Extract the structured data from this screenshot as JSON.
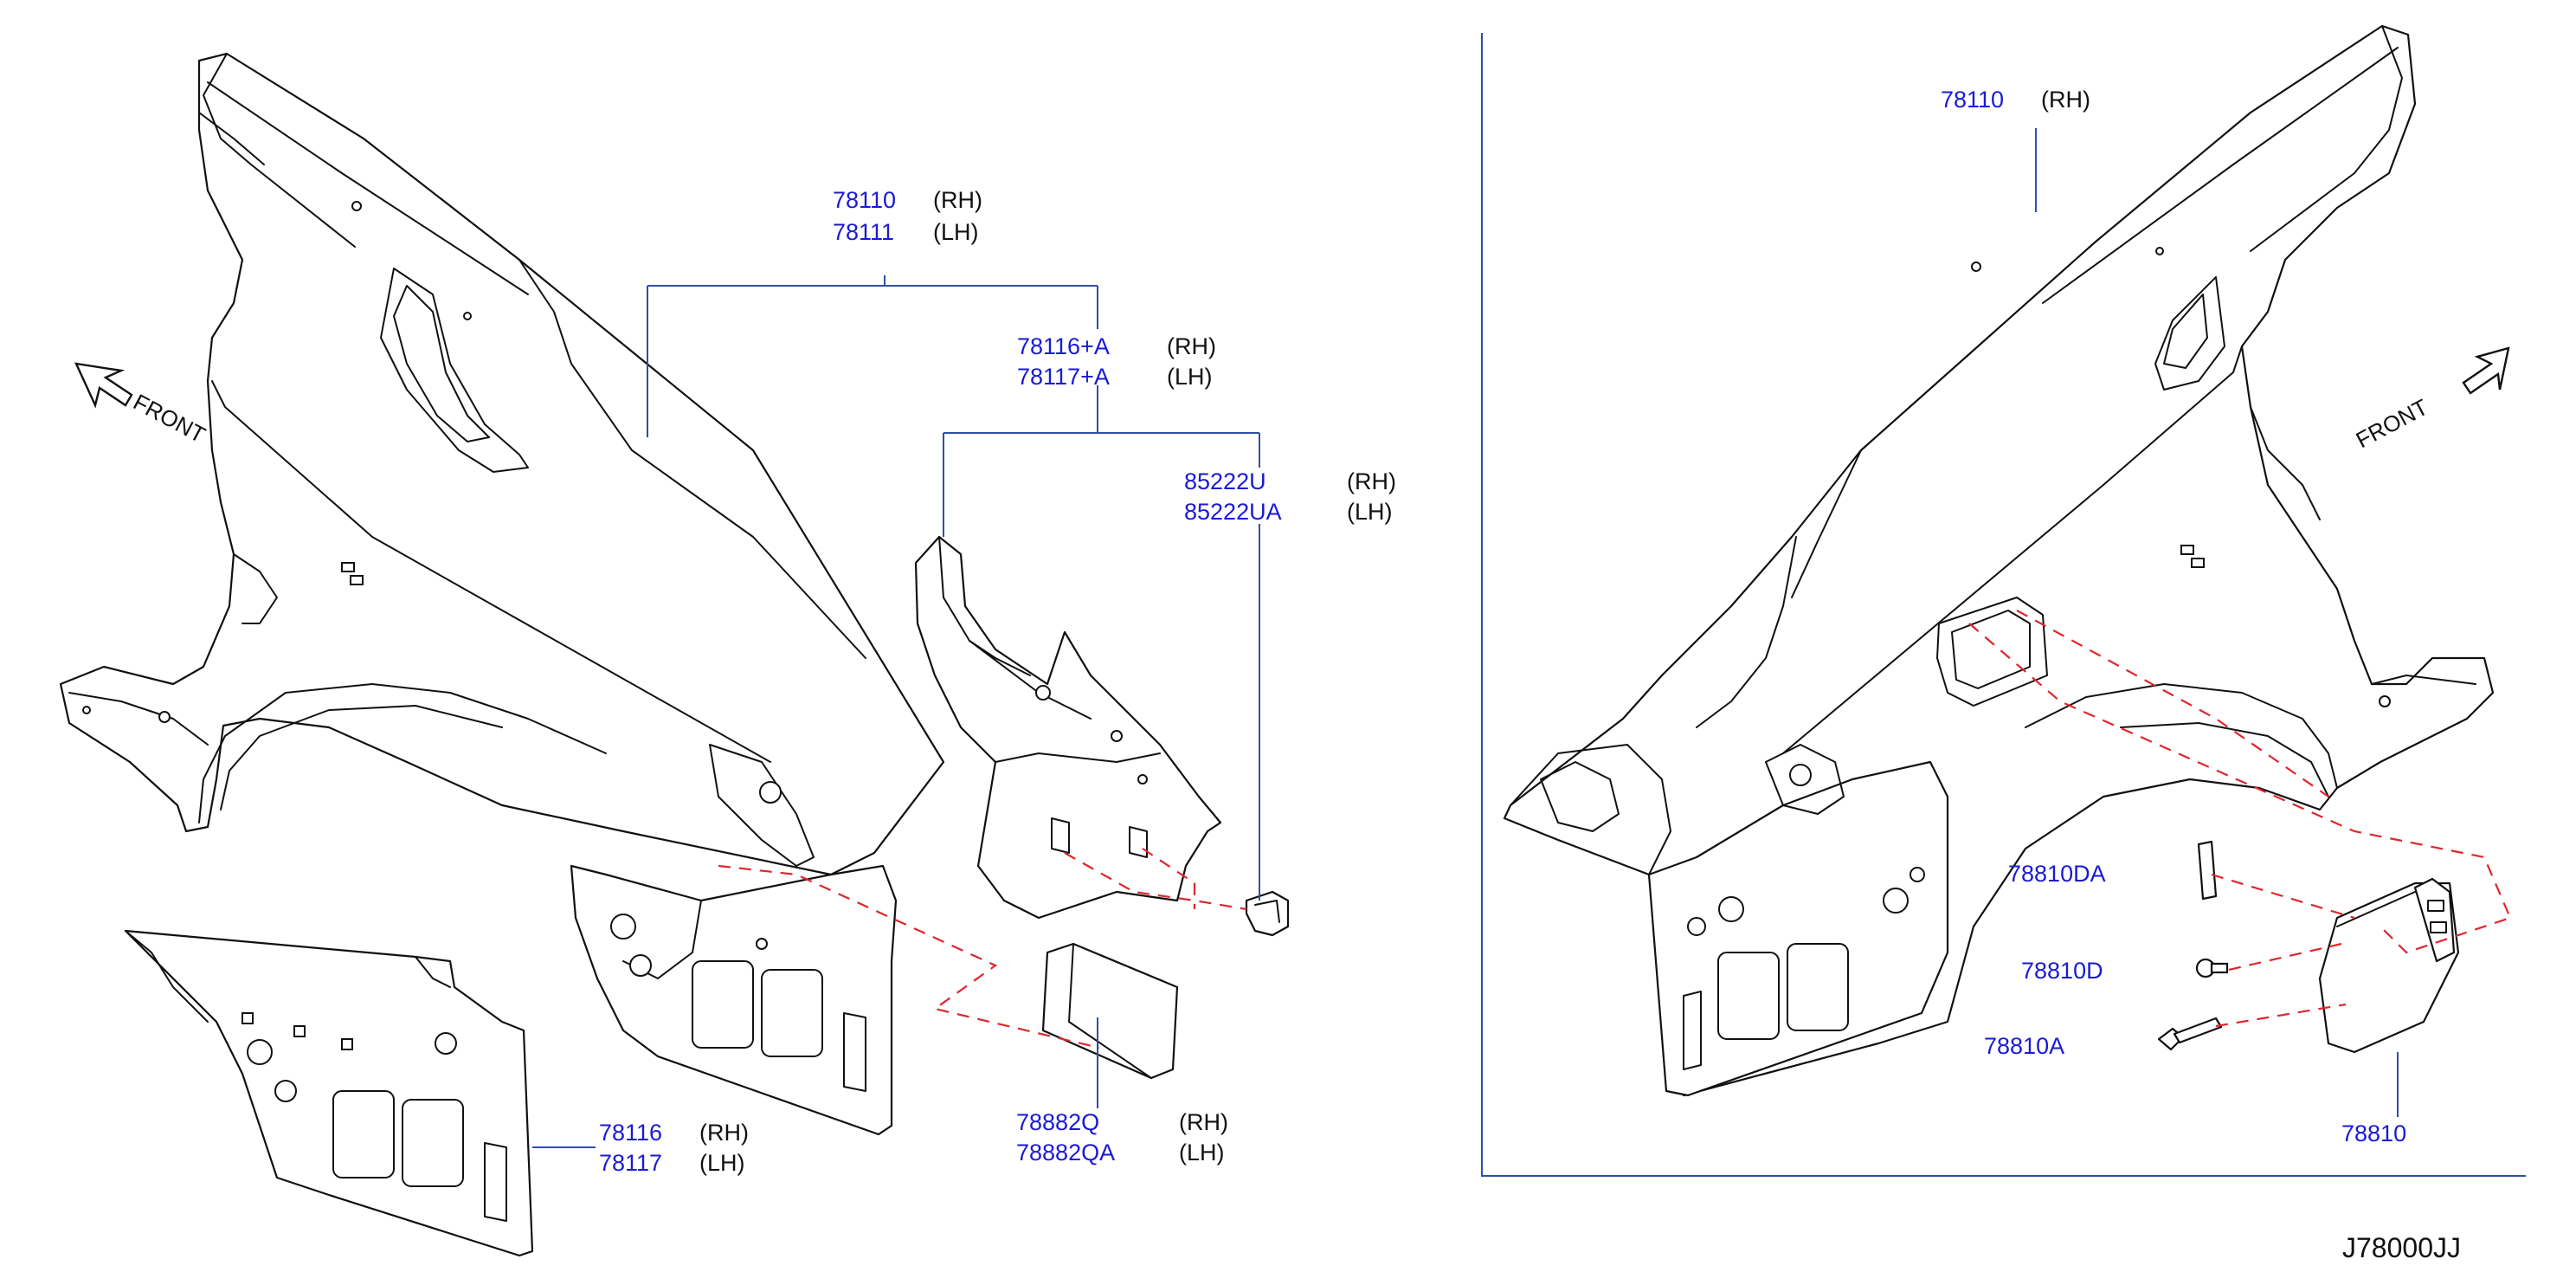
{
  "callouts": {
    "c78110": "78110",
    "c78111": "78111",
    "c78116A": "78116+A",
    "c78117A": "78117+A",
    "c85222U": "85222U",
    "c85222UA": "85222UA",
    "c78882Q": "78882Q",
    "c78882QA": "78882QA",
    "c78116": "78116",
    "c78117": "78117",
    "r78110": "78110",
    "r78810DA": "78810DA",
    "r78810D": "78810D",
    "r78810A": "78810A",
    "r78810": "78810"
  },
  "sides": {
    "rh": "(RH)",
    "lh": "(LH)"
  },
  "front_label": "FRONT",
  "diagram_code": "J78000JJ",
  "colors": {
    "part_number": "#1a1ad6",
    "leader": "#2f4fa8",
    "dashed_guide": "#e0262b",
    "outline": "#111111"
  }
}
